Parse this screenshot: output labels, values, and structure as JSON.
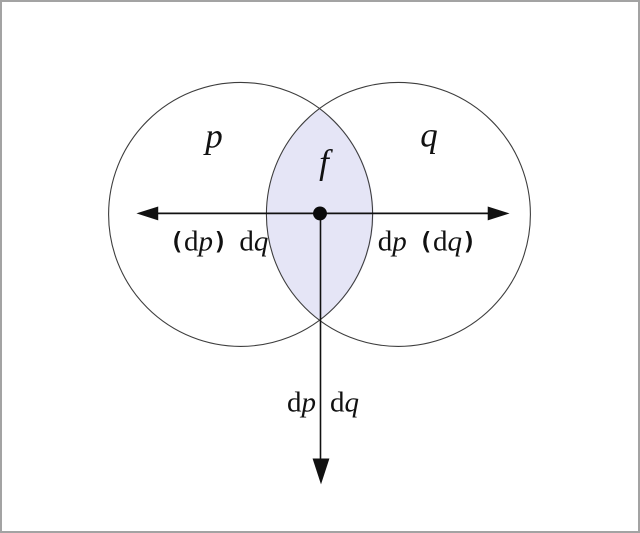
{
  "figure": {
    "type": "venn-diagram",
    "left_circle_label": "p",
    "right_circle_label": "q",
    "intersection_label": "f",
    "left_region_formula": {
      "open_paren": "(",
      "d1": "d",
      "var1": "p",
      "close_paren": ")",
      "d2": "d",
      "var2": "q"
    },
    "right_region_formula": {
      "d1": "d",
      "var1": "p",
      "open_paren": "(",
      "d2": "d",
      "var2": "q",
      "close_paren": ")"
    },
    "below_formula": {
      "d1": "d",
      "var1": "p",
      "d2": "d",
      "var2": "q"
    },
    "colors": {
      "intersection_fill": "#e5e5f6",
      "circle_stroke": "#3d3d3d",
      "arrow_color": "#111111",
      "text_color": "#111111",
      "border_color": "#a3a3a3",
      "background": "#ffffff"
    }
  }
}
